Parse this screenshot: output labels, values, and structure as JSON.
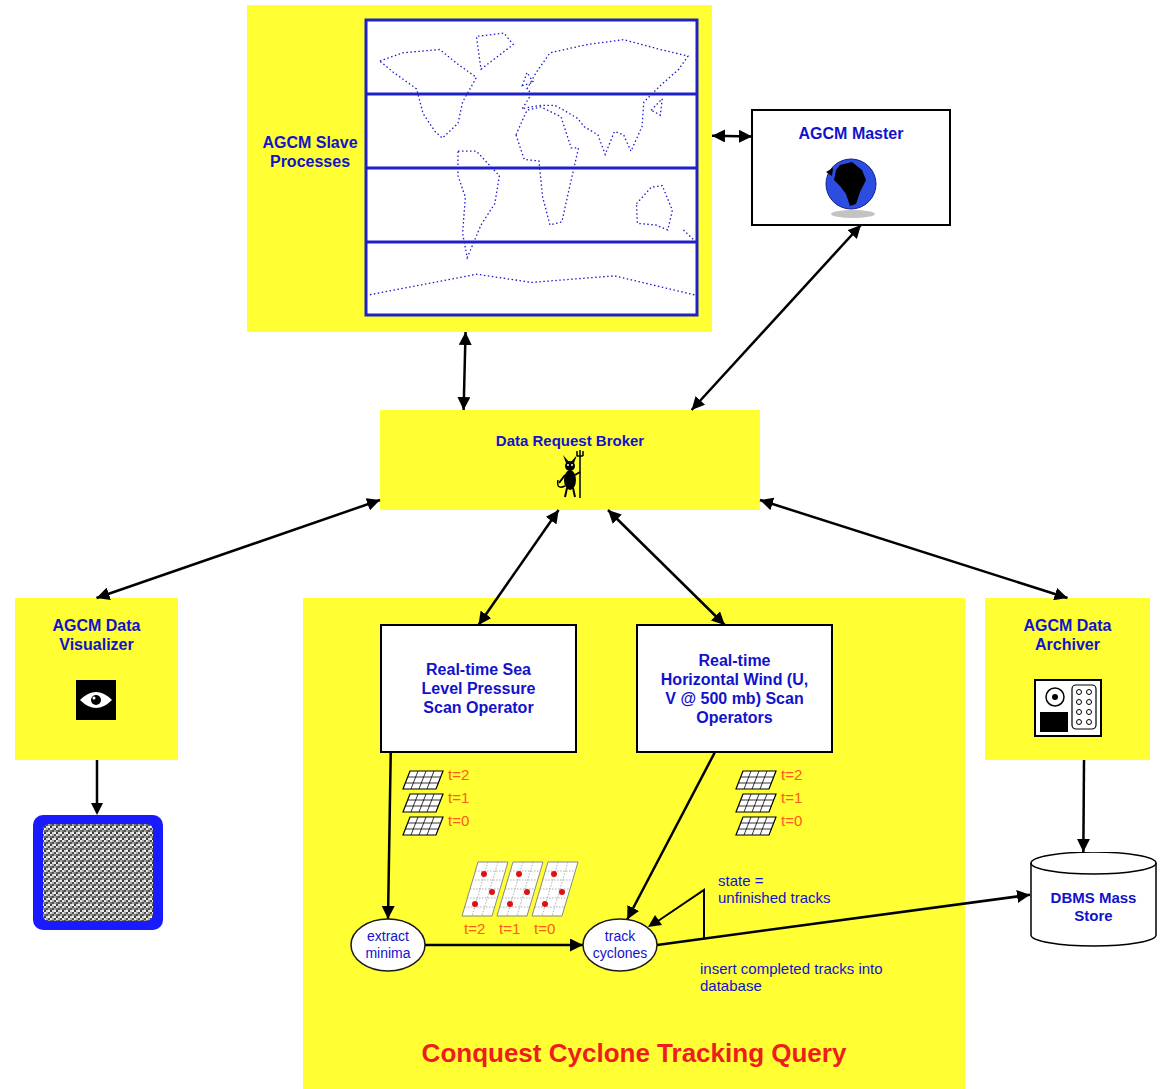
{
  "diagram": {
    "nodes": [
      {
        "text": [
          "AGCM Slave Processes"
        ]
      },
      {
        "text": [
          "AGCM Master"
        ]
      },
      {
        "text": [
          "Data Request Broker"
        ]
      },
      {
        "text": [
          "AGCM Data Visualizer"
        ]
      },
      {
        "text": [
          "Conquest Cyclone Tracking Query"
        ]
      },
      {
        "text": [
          "Real-time Sea Level Pressure Scan Operator"
        ],
        "in": 4
      },
      {
        "text": [
          "Real-time Horizontal Wind (U, V @ 500 mb) Scan Operators"
        ],
        "in": 4
      },
      {
        "text": [
          "extract minima"
        ],
        "in": 4
      },
      {
        "text": [
          "track cyclones"
        ],
        "in": 4
      },
      {
        "text": [
          "AGCM Data Archiver"
        ]
      },
      {
        "text": [
          "DBMS Mass Store"
        ]
      }
    ],
    "edges": [
      {
        "from": 0,
        "to": 1,
        "arrow": "both"
      },
      {
        "from": 0,
        "to": 2,
        "arrow": "both"
      },
      {
        "from": 1,
        "to": 2,
        "arrow": "both"
      },
      {
        "from": 2,
        "to": 3,
        "arrow": "both"
      },
      {
        "from": 2,
        "to": 5,
        "arrow": "both"
      },
      {
        "from": 2,
        "to": 6,
        "arrow": "both"
      },
      {
        "from": 2,
        "to": 9,
        "arrow": "both"
      },
      {
        "from": 5,
        "to": 7,
        "arrow": "to"
      },
      {
        "from": 7,
        "to": 8,
        "arrow": "to"
      },
      {
        "from": 6,
        "to": 8,
        "arrow": "to"
      },
      {
        "from": 8,
        "to": 10,
        "label": "insert completed tracks into database",
        "arrow": "to"
      },
      {
        "from": 9,
        "to": 10,
        "arrow": "to"
      }
    ],
    "labels": [
      "t=2",
      "t=1",
      "t=0",
      "t=2",
      "t=1",
      "t=0",
      "t=2",
      "t=1",
      "t=0",
      "state = unfinished tracks"
    ]
  }
}
